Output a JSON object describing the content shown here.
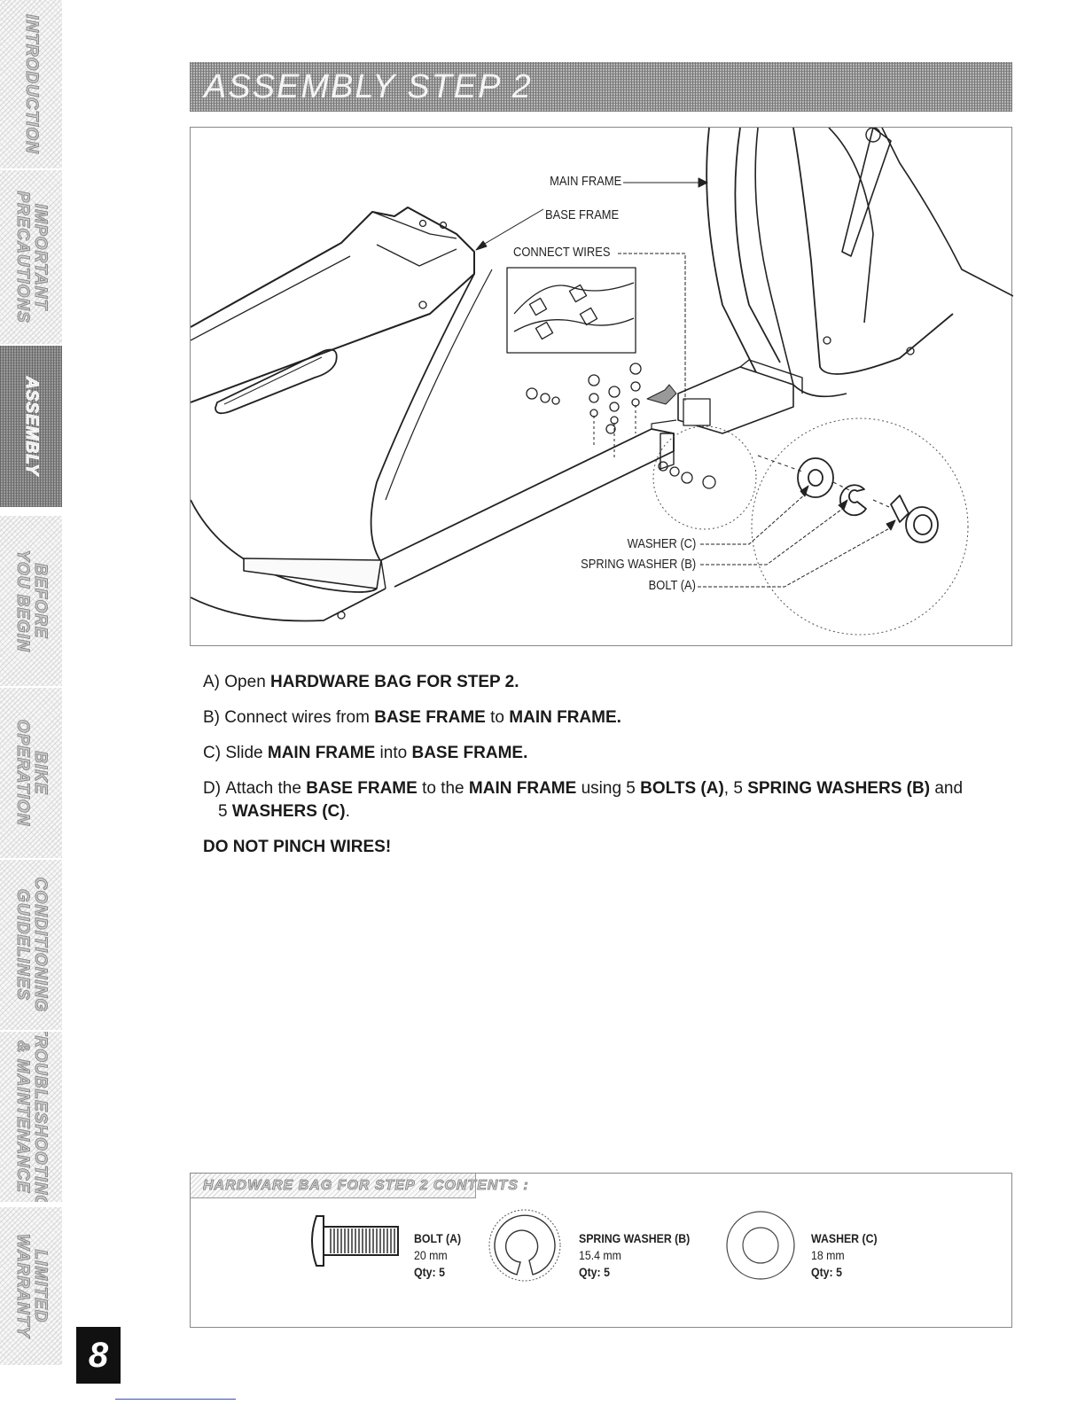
{
  "side_tabs": [
    {
      "label": "INTRODUCTION",
      "active": false
    },
    {
      "label": "IMPORTANT\nPRECAUTIONS",
      "active": false
    },
    {
      "label": "ASSEMBLY",
      "active": true
    },
    {
      "label": "BEFORE\nYOU BEGIN",
      "active": false
    },
    {
      "label": "BIKE\nOPERATION",
      "active": false
    },
    {
      "label": "CONDITIONING\nGUIDELINES",
      "active": false
    },
    {
      "label": "TROUBLESHOOTING\n& MAINTENANCE",
      "active": false
    },
    {
      "label": "LIMITED\nWARRANTY",
      "active": false
    }
  ],
  "page_number": "8",
  "header": {
    "title": "ASSEMBLY STEP 2"
  },
  "diagram": {
    "labels": {
      "main_frame": "MAIN FRAME",
      "base_frame": "BASE FRAME",
      "connect_wires": "CONNECT WIRES",
      "washer_c": "WASHER (C)",
      "spring_washer_b": "SPRING WASHER (B)",
      "bolt_a": "BOLT (A)"
    }
  },
  "instructions": {
    "a": {
      "letter": "A)",
      "t1": "Open ",
      "b1": "HARDWARE BAG FOR STEP 2."
    },
    "b": {
      "letter": "B)",
      "t1": "Connect wires from ",
      "b1": "BASE FRAME",
      "t2": " to ",
      "b2": "MAIN FRAME."
    },
    "c": {
      "letter": "C)",
      "t1": "Slide ",
      "b1": "MAIN FRAME",
      "t2": " into ",
      "b2": "BASE FRAME."
    },
    "d": {
      "letter": "D)",
      "t1": "Attach the ",
      "b1": "BASE FRAME",
      "t2": " to the ",
      "b2": "MAIN FRAME",
      "t3": " using 5 ",
      "b3": "BOLTS (A)",
      "t4": ", 5 ",
      "b4": "SPRING WASHERS (B)",
      "t5": " and",
      "t6": "5 ",
      "b5": "WASHERS (C)",
      "t7": "."
    },
    "warning": "DO NOT PINCH WIRES!"
  },
  "hardware": {
    "title": "HARDWARE BAG FOR STEP 2 CONTENTS :",
    "items": [
      {
        "name": "BOLT (A)",
        "size": "20 mm",
        "qty": "Qty: 5",
        "icon": "bolt-icon"
      },
      {
        "name": "SPRING WASHER (B)",
        "size": "15.4 mm",
        "qty": "Qty: 5",
        "icon": "spring-washer-icon"
      },
      {
        "name": "WASHER (C)",
        "size": "18 mm",
        "qty": "Qty: 5",
        "icon": "washer-icon"
      }
    ]
  }
}
